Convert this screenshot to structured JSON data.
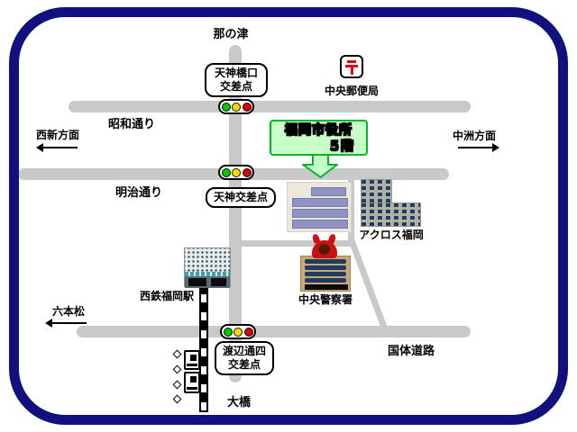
{
  "map": {
    "frame_color": "#10107e",
    "road_color": "#c9c9c9",
    "destinations": {
      "north": "那の津",
      "south": "大橋",
      "west": "西新方面",
      "east": "中洲方面",
      "southwest": "六本松"
    },
    "streets": {
      "showa": "昭和通り",
      "meiji": "明治通り",
      "kokutai": "国体道路"
    },
    "intersections": {
      "tenjinbashiguchi": {
        "line1": "天神橋口",
        "line2": "交差点"
      },
      "tenjin": "天神交差点",
      "watanabedori4": {
        "line1": "渡辺通四",
        "line2": "交差点"
      }
    },
    "callout": {
      "line1": "福岡市役所",
      "line2": "５階",
      "fill": "#c8ffc8",
      "border": "#00b42d"
    },
    "places": {
      "post_office": "中央郵便局",
      "acros": "アクロス福岡",
      "police": "中央警察署",
      "station": "西鉄福岡駅"
    },
    "traffic_light_colors": [
      "#00c800",
      "#ffd800",
      "#d80000"
    ],
    "postal_mark_color": "#e60012"
  }
}
